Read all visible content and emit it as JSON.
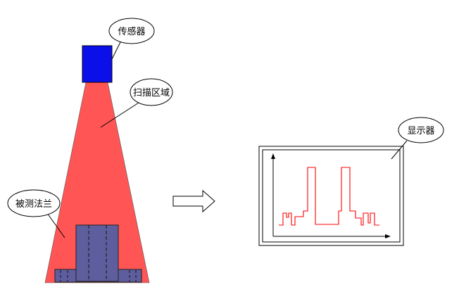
{
  "labels": {
    "sensor": "传感器",
    "scan_area": "扫描区域",
    "flange": "被测法兰",
    "display": "显示器"
  },
  "colors": {
    "sensor_fill": "#0b10ea",
    "scan_cone_fill": "#ff5555",
    "flange_fill": "#5e5e9e",
    "signal_line": "#ff0000",
    "outline": "#000000",
    "background": "#ffffff"
  },
  "icons": {
    "arrow": "right-arrow-icon"
  }
}
